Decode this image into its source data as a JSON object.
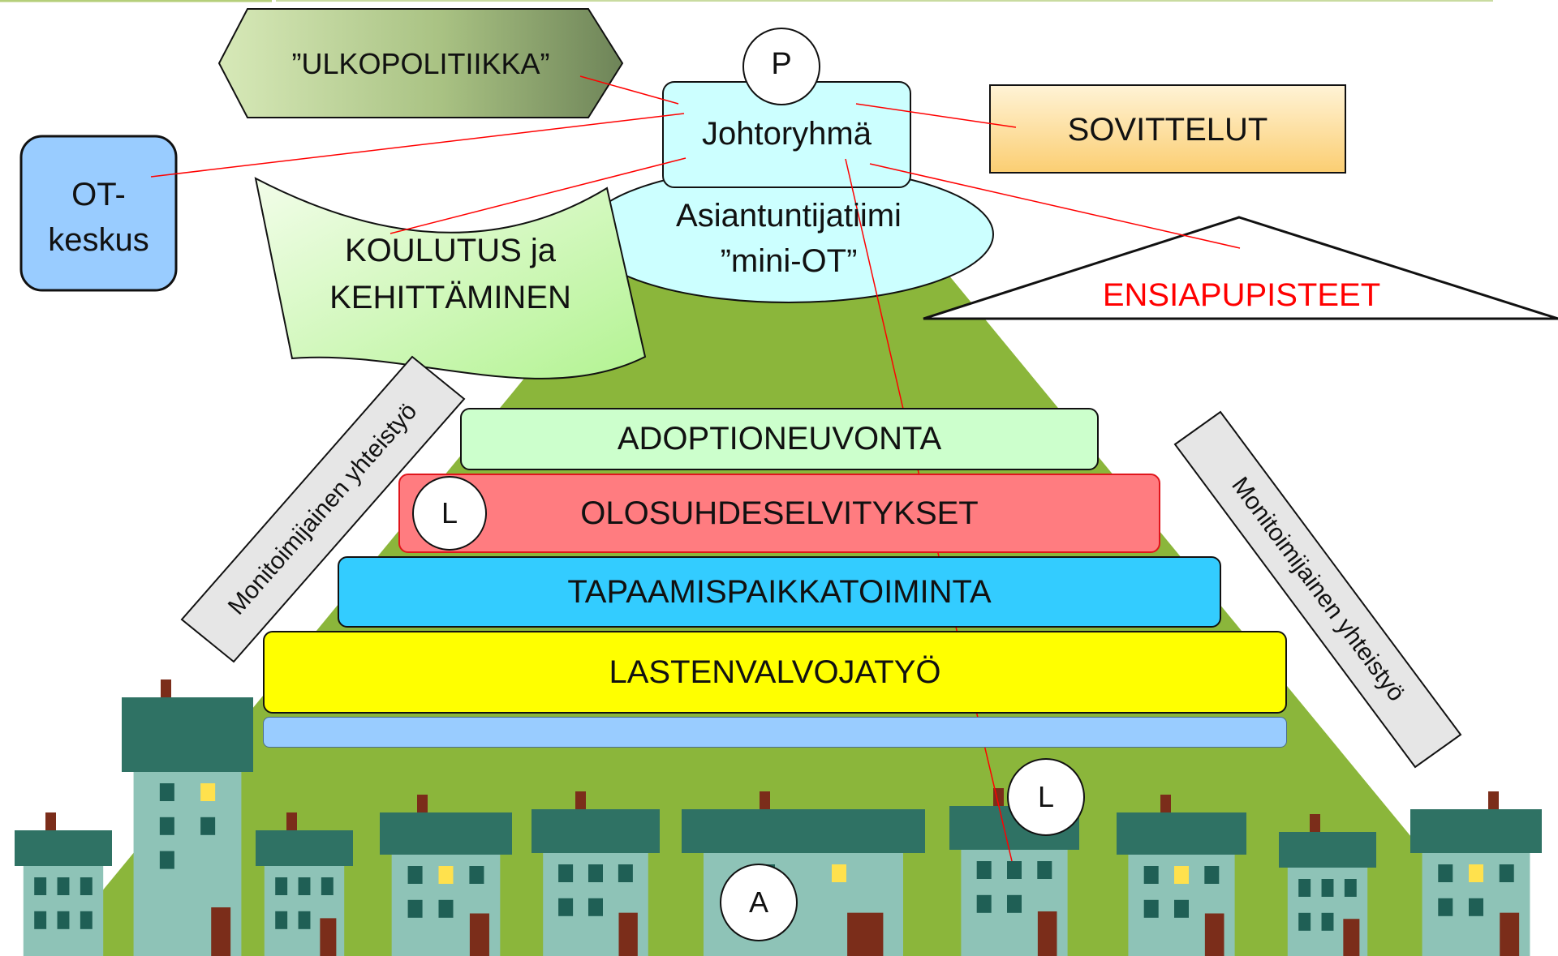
{
  "shapes": {
    "foreign_policy": "”ULKOPOLITIIKKA”",
    "ot_center": "OT-\nkeskus",
    "steering_group": "Johtoryhmä",
    "mediation": "SOVITTELUT",
    "expert_team_line1": "Asiantuntijatiimi",
    "expert_team_line2": "”mini-OT”",
    "training_line1": "KOULUTUS ja",
    "training_line2": "KEHITTÄMINEN",
    "first_aid": "ENSIAPUPISTEET",
    "cooperation_left": "Monitoimijainen yhteistyö",
    "cooperation_right": "Monitoimijainen yhteistyö"
  },
  "circles": {
    "top": "P",
    "middle": "L",
    "lower": "L",
    "bottom": "A"
  },
  "layers": [
    {
      "label": "ADOPTIONEUVONTA",
      "color": "#ccffcc"
    },
    {
      "label": "OLOSUHDESELVITYKSET",
      "color": "#ff7c80"
    },
    {
      "label": "TAPAAMISPAIKKATOIMINTA",
      "color": "#33ccff"
    },
    {
      "label": "LASTENVALVOJATYÖ",
      "color": "#ffff00"
    },
    {
      "label": "",
      "color": "#99ccff"
    }
  ],
  "colors": {
    "pyramid": "#8bb63b",
    "first_aid_text": "#ff0000",
    "connector": "#ff0000"
  }
}
